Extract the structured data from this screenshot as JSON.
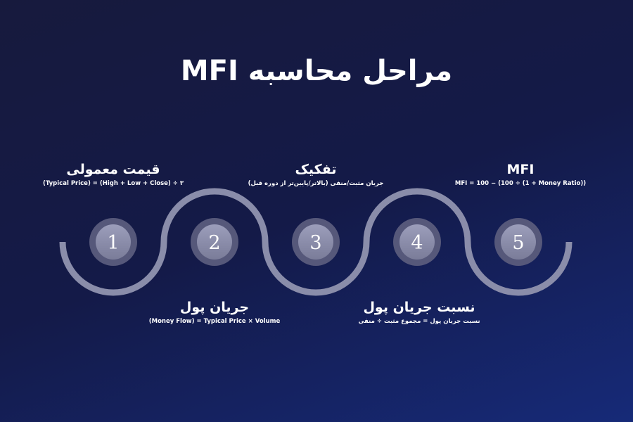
{
  "title": "مراحل محاسبه MFI",
  "colors": {
    "background": "#151a45",
    "wave": "#8a8daa",
    "circle_outer": "#5a5c7c",
    "circle_inner": "#8d8fab",
    "text": "#ffffff"
  },
  "steps": [
    {
      "number": "1",
      "heading": "قیمت معمولی",
      "formula": "(Typical Price) = (High + Low + Close) ÷ ۳"
    },
    {
      "number": "2",
      "heading": "جریان پول",
      "formula": "(Money Flow) = Typical Price × Volume"
    },
    {
      "number": "3",
      "heading": "تفکیک",
      "formula": "جریان مثبت/منفی (بالاتر/پایین‌تر از دوره قبل)"
    },
    {
      "number": "4",
      "heading": "نسبت جریان پول",
      "formula": "نسبت جریان پول = مجموع مثبت ÷ منفی"
    },
    {
      "number": "5",
      "heading": "MFI",
      "formula": "MFI = 100 − (100 ÷ (1 + Money Ratio))"
    }
  ]
}
